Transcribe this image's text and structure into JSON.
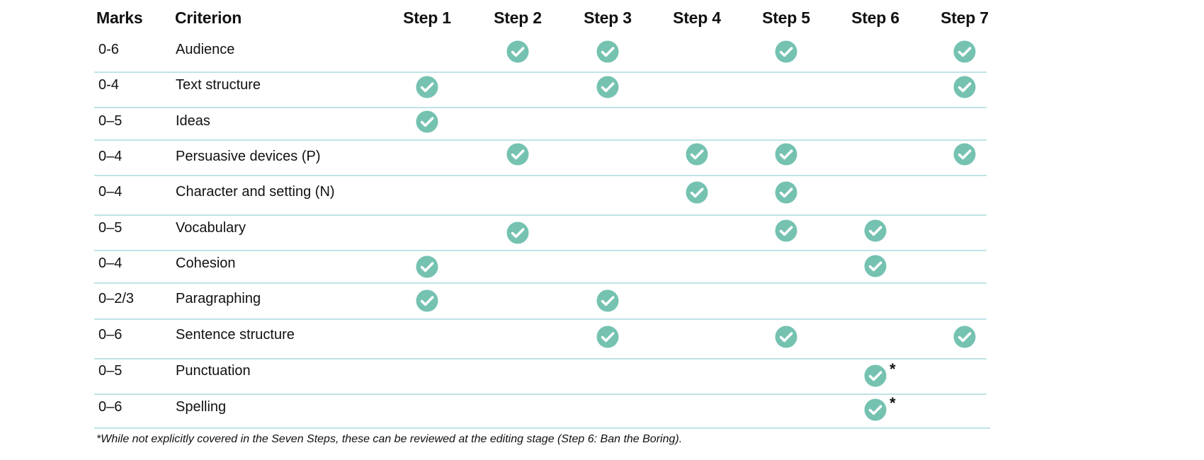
{
  "table": {
    "headers": {
      "marks": "Marks",
      "criterion": "Criterion",
      "steps": [
        "Step 1",
        "Step 2",
        "Step 3",
        "Step 4",
        "Step 5",
        "Step 6",
        "Step 7"
      ]
    },
    "rows": [
      {
        "marks": "0-6",
        "criterion": "Audience",
        "checks": [
          false,
          true,
          true,
          false,
          true,
          false,
          true
        ],
        "asterisk_step": null
      },
      {
        "marks": "0-4",
        "criterion": "Text structure",
        "checks": [
          true,
          false,
          true,
          false,
          false,
          false,
          true
        ],
        "asterisk_step": null
      },
      {
        "marks": "0–5",
        "criterion": "Ideas",
        "checks": [
          true,
          false,
          false,
          false,
          false,
          false,
          false
        ],
        "asterisk_step": null
      },
      {
        "marks": "0–4",
        "criterion": "Persuasive devices (P)",
        "checks": [
          false,
          true,
          false,
          true,
          true,
          false,
          true
        ],
        "asterisk_step": null
      },
      {
        "marks": "0–4",
        "criterion": "Character and setting (N)",
        "checks": [
          false,
          false,
          false,
          true,
          true,
          false,
          false
        ],
        "asterisk_step": null
      },
      {
        "marks": "0–5",
        "criterion": "Vocabulary",
        "checks": [
          false,
          true,
          false,
          false,
          true,
          true,
          false
        ],
        "asterisk_step": null
      },
      {
        "marks": "0–4",
        "criterion": "Cohesion",
        "checks": [
          true,
          false,
          false,
          false,
          false,
          true,
          false
        ],
        "asterisk_step": null
      },
      {
        "marks": "0–2/3",
        "criterion": "Paragraphing",
        "checks": [
          true,
          false,
          true,
          false,
          false,
          false,
          false
        ],
        "asterisk_step": null
      },
      {
        "marks": "0–6",
        "criterion": "Sentence structure",
        "checks": [
          false,
          false,
          true,
          false,
          true,
          false,
          true
        ],
        "asterisk_step": null
      },
      {
        "marks": "0–5",
        "criterion": "Punctuation",
        "checks": [
          false,
          false,
          false,
          false,
          false,
          true,
          false
        ],
        "asterisk_step": 5,
        "asterisk": "*"
      },
      {
        "marks": "0–6",
        "criterion": "Spelling",
        "checks": [
          false,
          false,
          false,
          false,
          false,
          true,
          false
        ],
        "asterisk_step": 5,
        "asterisk": "*"
      }
    ]
  },
  "footnote": "*While not explicitly covered in the Seven Steps, these can be reviewed at the editing stage (Step 6: Ban the Boring).",
  "icons": {
    "check": "check-circle-icon"
  },
  "colors": {
    "check_fill": "#75c2b1",
    "check_mark": "#ffffff",
    "divider": "#bfe3e8",
    "text": "#111111"
  }
}
